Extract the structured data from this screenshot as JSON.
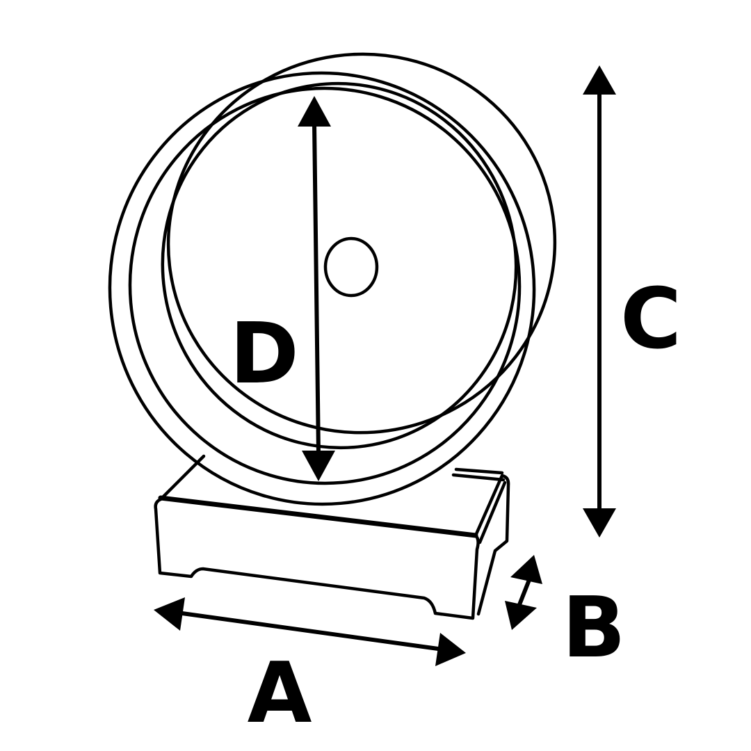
{
  "diagram": {
    "labels": {
      "width": "A",
      "depth": "B",
      "height": "C",
      "diameter": "D"
    }
  }
}
